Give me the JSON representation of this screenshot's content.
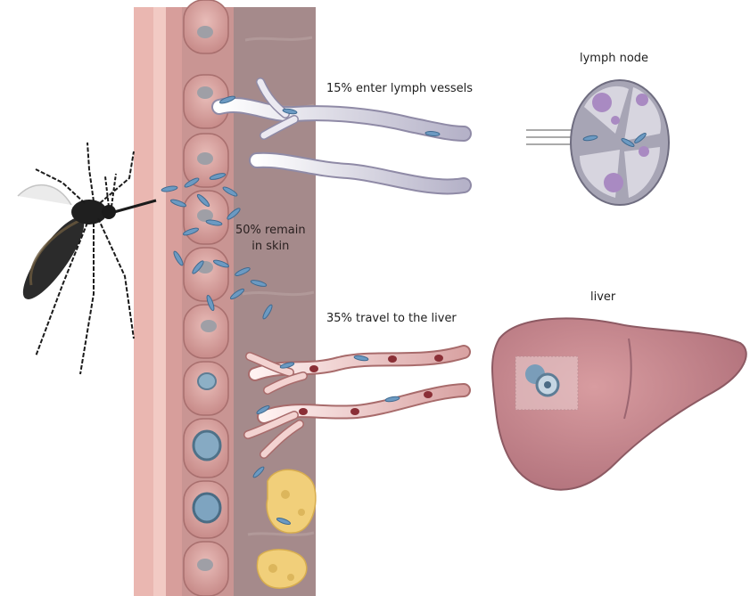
{
  "labels": {
    "lymph_vessels": "15% enter lymph vessels",
    "remain_skin_line1": "50% remain",
    "remain_skin_line2": "in skin",
    "travel_liver": "35% travel to the liver",
    "lymph_node": "lymph node",
    "liver": "liver"
  },
  "colors": {
    "skin_outer": "#e9b8b3",
    "skin_layer": "#c98f8f",
    "cell_fill": "#d9a5a2",
    "dermis": "#a88c8c",
    "lymph_vessel": "#c9c6d6",
    "blood_vessel": "#e3b7b4",
    "liver": "#c4848a",
    "lymph_node": "#b9b9c6",
    "parasite": "#6c9ac2",
    "fat_cell": "#f1cf7a"
  }
}
